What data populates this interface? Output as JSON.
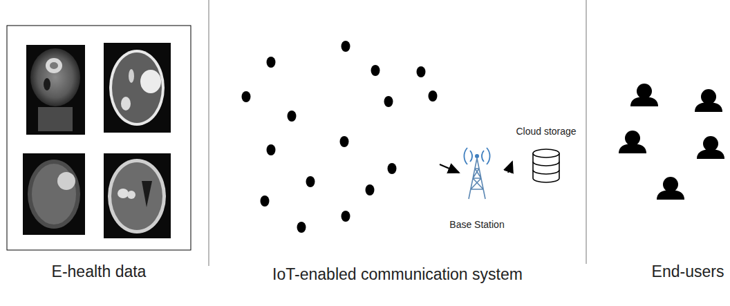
{
  "diagram": {
    "nodes": [
      {
        "text": [
          "Base Station"
        ]
      },
      {
        "text": [
          "Cloud storage"
        ]
      }
    ],
    "edges": [
      {
        "from": 0,
        "to": 1,
        "arrow": "to"
      }
    ],
    "labels": [
      "E-health data",
      "IoT-enabled communication system",
      "End-users"
    ]
  }
}
